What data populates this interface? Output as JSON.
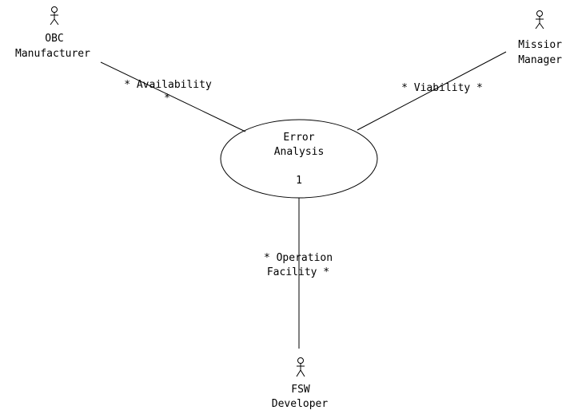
{
  "use_case": {
    "name_line1": "Error",
    "name_line2": "Analysis",
    "multiplicity": "1"
  },
  "actors": {
    "obc": {
      "line1": "OBC",
      "line2": "Manufacturer"
    },
    "mission": {
      "line1": "Missior",
      "line2": "Manager"
    },
    "fsw": {
      "line1": "FSW",
      "line2": "Developer"
    }
  },
  "associations": {
    "availability": {
      "label": "* Availability",
      "end_multiplicity": "*"
    },
    "viability": {
      "label": "* Viability *"
    },
    "operation": {
      "label_line1": "* Operation",
      "label_line2": "Facility *"
    }
  }
}
